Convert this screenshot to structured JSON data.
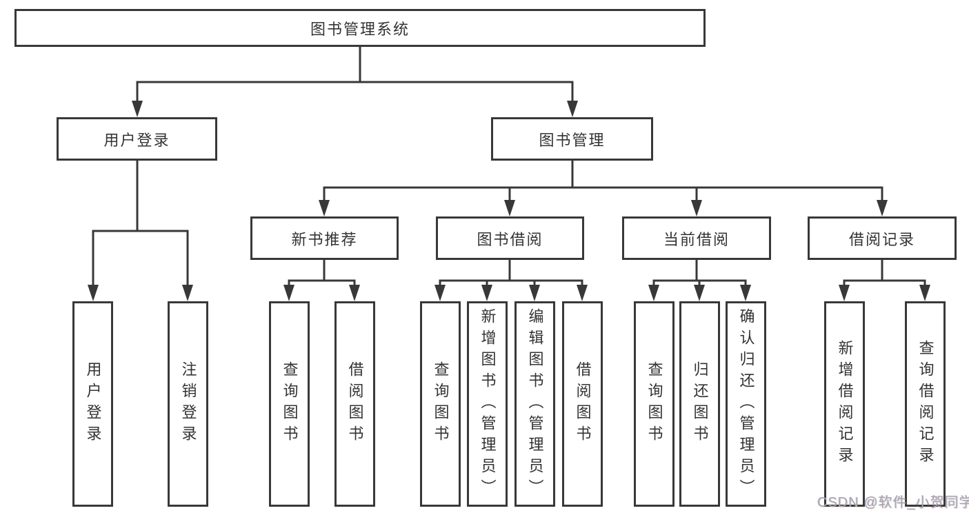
{
  "diagram": {
    "root": {
      "label": "图书管理系统"
    },
    "level2": [
      {
        "label": "用户登录"
      },
      {
        "label": "图书管理"
      }
    ],
    "level3": [
      {
        "label": "新书推荐"
      },
      {
        "label": "图书借阅"
      },
      {
        "label": "当前借阅"
      },
      {
        "label": "借阅记录"
      }
    ],
    "leaves": [
      {
        "label": "用户登录"
      },
      {
        "label": "注销登录"
      },
      {
        "label": "查询图书"
      },
      {
        "label": "借阅图书"
      },
      {
        "label": "查询图书"
      },
      {
        "label": "新增图书（管理员）"
      },
      {
        "label": "编辑图书（管理员）"
      },
      {
        "label": "借阅图书"
      },
      {
        "label": "查询图书"
      },
      {
        "label": "归还图书"
      },
      {
        "label": "确认归还（管理员）"
      },
      {
        "label": "新增借阅记录"
      },
      {
        "label": "查询借阅记录"
      }
    ]
  },
  "watermark": {
    "text": "CSDN @软件_小贺同学"
  },
  "colors": {
    "line": "#383838",
    "box_fill": "#ffffff",
    "text": "#333333",
    "watermark": "#a2a6b0"
  }
}
